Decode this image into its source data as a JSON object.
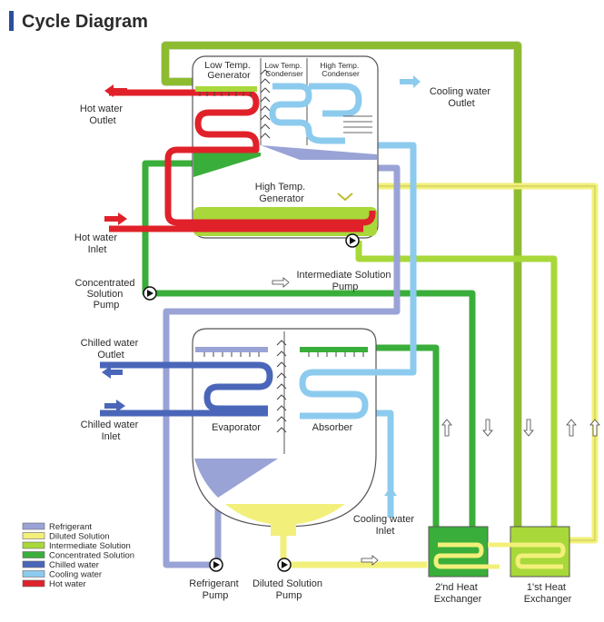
{
  "title": "Cycle Diagram",
  "colors": {
    "refrigerant": "#9aa3d6",
    "diluted": "#f2f07a",
    "intermediate": "#a8d83a",
    "concentrated": "#3aae3a",
    "chilled": "#4a66b8",
    "cooling": "#8ccbee",
    "hot": "#e0212a",
    "title_bar": "#2c4e9c"
  },
  "labels": {
    "low_temp_generator": [
      "Low Temp.",
      "Generator"
    ],
    "low_temp_condenser": [
      "Low Temp.",
      "Condenser"
    ],
    "high_temp_condenser": [
      "High Temp.",
      "Condenser"
    ],
    "cooling_water_outlet": [
      "Cooling water",
      "Outlet"
    ],
    "hot_water_outlet": [
      "Hot water",
      "Outlet"
    ],
    "high_temp_generator": [
      "High Temp.",
      "Generator"
    ],
    "hot_water_inlet": [
      "Hot water",
      "Inlet"
    ],
    "intermediate_solution_pump": [
      "Intermediate  Solution",
      "Pump"
    ],
    "concentrated_solution_pump": [
      "Concentrated",
      "Solution",
      "Pump"
    ],
    "chilled_water_outlet": [
      "Chilled water",
      "Outlet"
    ],
    "chilled_water_inlet": [
      "Chilled water",
      "Inlet"
    ],
    "evaporator": [
      "Evaporator"
    ],
    "absorber": [
      "Absorber"
    ],
    "cooling_water_inlet": [
      "Cooling water",
      "Inlet"
    ],
    "refrigerant_pump": [
      "Refrigerant",
      "Pump"
    ],
    "diluted_solution_pump": [
      "Diluted Solution",
      "Pump"
    ],
    "second_heat_exchanger": [
      "2'nd Heat",
      "Exchanger"
    ],
    "first_heat_exchanger": [
      "1'st Heat",
      "Exchanger"
    ]
  },
  "legend": [
    {
      "label": "Refrigerant",
      "color_key": "refrigerant"
    },
    {
      "label": "Diluted Solution",
      "color_key": "diluted"
    },
    {
      "label": "Intermediate Solution",
      "color_key": "intermediate"
    },
    {
      "label": "Concentrated Solution",
      "color_key": "concentrated"
    },
    {
      "label": "Chilled water",
      "color_key": "chilled"
    },
    {
      "label": "Cooling water",
      "color_key": "cooling"
    },
    {
      "label": "Hot water",
      "color_key": "hot"
    }
  ]
}
